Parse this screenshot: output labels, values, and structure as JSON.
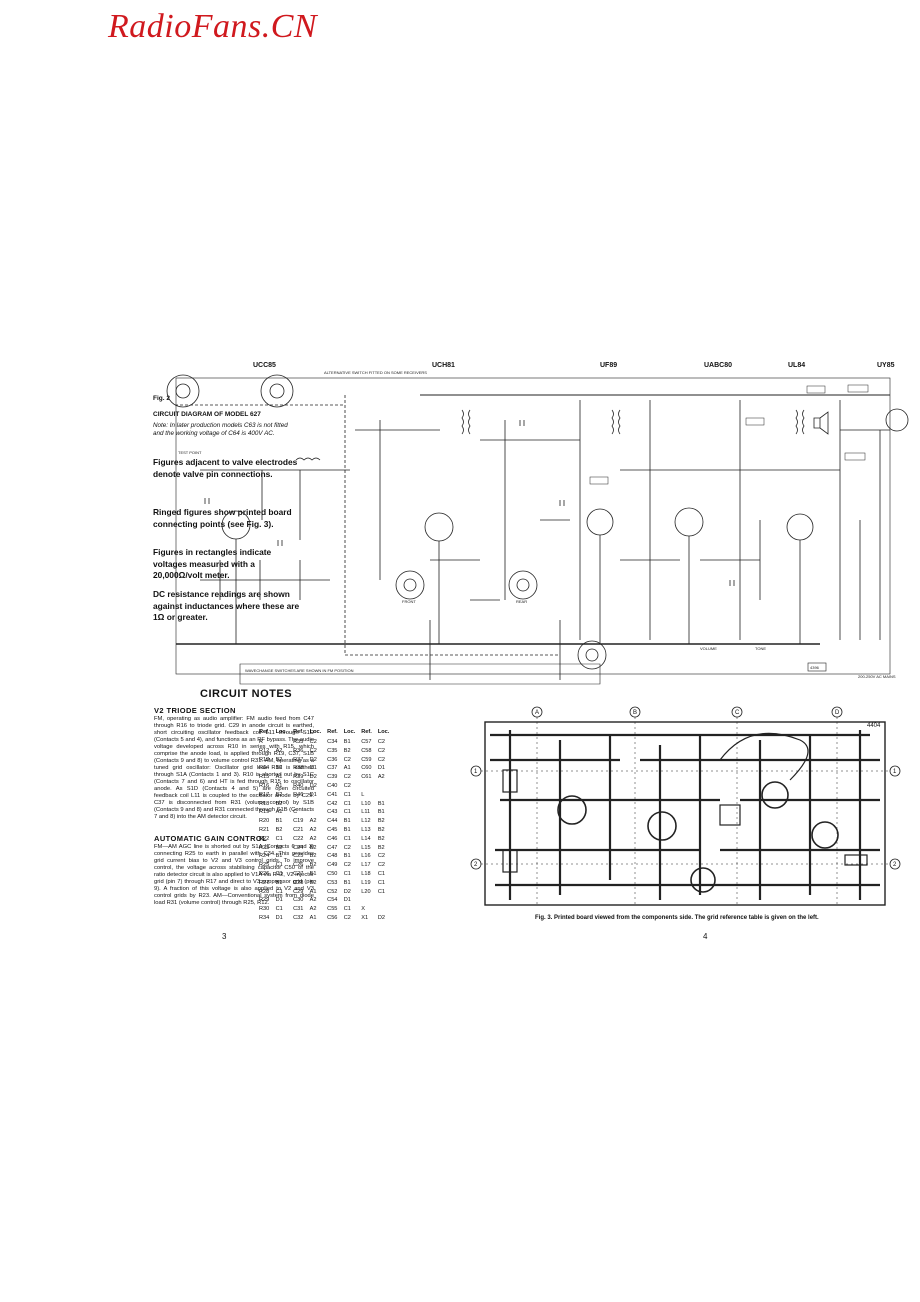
{
  "watermark_logo": "RadioFans.CN",
  "figure2": {
    "label": "Fig. 2",
    "title": "CIRCUIT DIAGRAM OF MODEL 627",
    "note": "Note: In later production models C63 is not fitted and the working voltage of C64 is 400V AC."
  },
  "side_notes": [
    "Figures adjacent to valve electrodes denote valve pin connections.",
    "Ringed figures show printed board connecting points (see Fig. 3).",
    "Figures in rectangles indicate voltages measured with a 20,000Ω/volt meter.",
    "DC resistance readings are shown against inductances where these are 1Ω or greater."
  ],
  "valves": [
    "UCC85",
    "UCH81",
    "UF89",
    "UABC80",
    "UL84",
    "UY85"
  ],
  "schematic_labels": {
    "alt_switch_note": "ALTERNATIVE SWITCH FITTED ON SOME RECEIVERS",
    "wavechange_note": "WAVECHANGE SWITCHES ARE SHOWN IN FM POSITION",
    "test_point": "TEST POINT",
    "front": "FRONT",
    "rear": "REAR",
    "volume": "VOLUME",
    "tone": "TONE",
    "mains": "200-250V AC MAINS",
    "code_box": "4396"
  },
  "circuit_notes": {
    "heading": "CIRCUIT NOTES",
    "v2_heading": "V2 TRIODE SECTION",
    "v2_text": "FM, operating as audio amplifier: FM audio feed from C47 through R16 to triode grid. C29 in anode circuit is earthed, short circuiting oscillator feedback coil L11 through S1D (Contacts 5 and 4), and functions as an RF bypass. The audio voltage developed across R10 in series with R15, which comprise the anode load, is applied through R19, C37, S1B (Contacts 9 and 8) to volume control R31. AM, operating as a tuned grid oscillator: Oscillator grid leak R16 is earthed through S1A (Contacts 1 and 3). R10 is shorted out by S1C (Contacts 7 and 6) and HT is fed through R15 to oscillator anode. As S1D (Contacts 4 and 5) are open circuited feedback coil L11 is coupled to the oscillator anode by C29. C37 is disconnected from R31 (volume control) by S1B (Contacts 9 and 8) and R31 connected through S1B (Contacts 7 and 8) into the AM detector circuit.",
    "agc_heading": "AUTOMATIC GAIN CONTROL",
    "agc_text": "FM—AM AGC line is shorted out by S1A (Contacts 6 and 3) connecting R25 to earth in parallel with C34. This provides grid current bias to V2 and V3 control grids. To improve control, the voltage across stabilising capacitor C50 of the ratio detector circuit is also applied to V1A via R42, V2 injector grid (pin 7) through R17 and direct to V3 suppressor grid (pin 9). A fraction of this voltage is also applied to V2 and V3 control grids by R23. AM—Conventional system from diode load R31 (volume control) through R25, R12."
  },
  "grid_table": {
    "headers": [
      "Ref.",
      "Loc.",
      "Ref.",
      "Loc.",
      "Ref.",
      "Loc.",
      "Ref.",
      "Loc."
    ],
    "rows": [
      [
        "R",
        "",
        "R35",
        "C2",
        "C34",
        "B1",
        "C57",
        "C2"
      ],
      [
        "R12",
        "A2",
        "R36",
        "C2",
        "C35",
        "B2",
        "C58",
        "C2"
      ],
      [
        "R13",
        "B2",
        "R37",
        "D2",
        "C36",
        "C2",
        "C59",
        "C2"
      ],
      [
        "R14",
        "B2",
        "R38",
        "D1",
        "C37",
        "A1",
        "C60",
        "D1"
      ],
      [
        "R15",
        "A1",
        "R39",
        "D2",
        "C39",
        "C2",
        "C61",
        "A2"
      ],
      [
        "R16",
        "A1",
        "R40",
        "D2",
        "C40",
        "C2",
        "",
        ""
      ],
      [
        "R17",
        "B2",
        "R46",
        "D1",
        "C41",
        "C1",
        "L",
        ""
      ],
      [
        "R18",
        "B2",
        "",
        "",
        "C42",
        "C1",
        "L10",
        "B1"
      ],
      [
        "R19",
        "A1",
        "C",
        "",
        "C43",
        "C1",
        "L11",
        "B1"
      ],
      [
        "R20",
        "B1",
        "C19",
        "A2",
        "C44",
        "B1",
        "L12",
        "B2"
      ],
      [
        "R21",
        "B2",
        "C21",
        "A2",
        "C45",
        "B1",
        "L13",
        "B2"
      ],
      [
        "R22",
        "C1",
        "C22",
        "A2",
        "C46",
        "C1",
        "L14",
        "B2"
      ],
      [
        "R23",
        "B2",
        "C24",
        "B2",
        "C47",
        "C2",
        "L15",
        "B2"
      ],
      [
        "R24",
        "B1",
        "C25",
        "B2",
        "C48",
        "B1",
        "L16",
        "C2"
      ],
      [
        "R25",
        "C1",
        "C26",
        "B2",
        "C49",
        "C2",
        "L17",
        "C2"
      ],
      [
        "R26",
        "C1",
        "C27",
        "B1",
        "C50",
        "C1",
        "L18",
        "C1"
      ],
      [
        "R27",
        "B1",
        "C28",
        "B2",
        "C53",
        "B1",
        "L19",
        "C1"
      ],
      [
        "R28",
        "C1",
        "C29",
        "A1",
        "C52",
        "D2",
        "L20",
        "C1"
      ],
      [
        "R29",
        "D1",
        "C30",
        "A2",
        "C54",
        "D1",
        "",
        ""
      ],
      [
        "R30",
        "C1",
        "C31",
        "A2",
        "C55",
        "C1",
        "X",
        ""
      ],
      [
        "R34",
        "D1",
        "C32",
        "A1",
        "C56",
        "C2",
        "X1",
        "D2"
      ]
    ]
  },
  "figure3": {
    "caption": "Fig. 3. Printed board viewed from the components side. The grid reference table is given on the left.",
    "column_letters": [
      "A",
      "B",
      "C",
      "D"
    ],
    "row_numbers": [
      "1",
      "2"
    ],
    "code": "4404"
  },
  "page_numbers": [
    "3",
    "4"
  ]
}
